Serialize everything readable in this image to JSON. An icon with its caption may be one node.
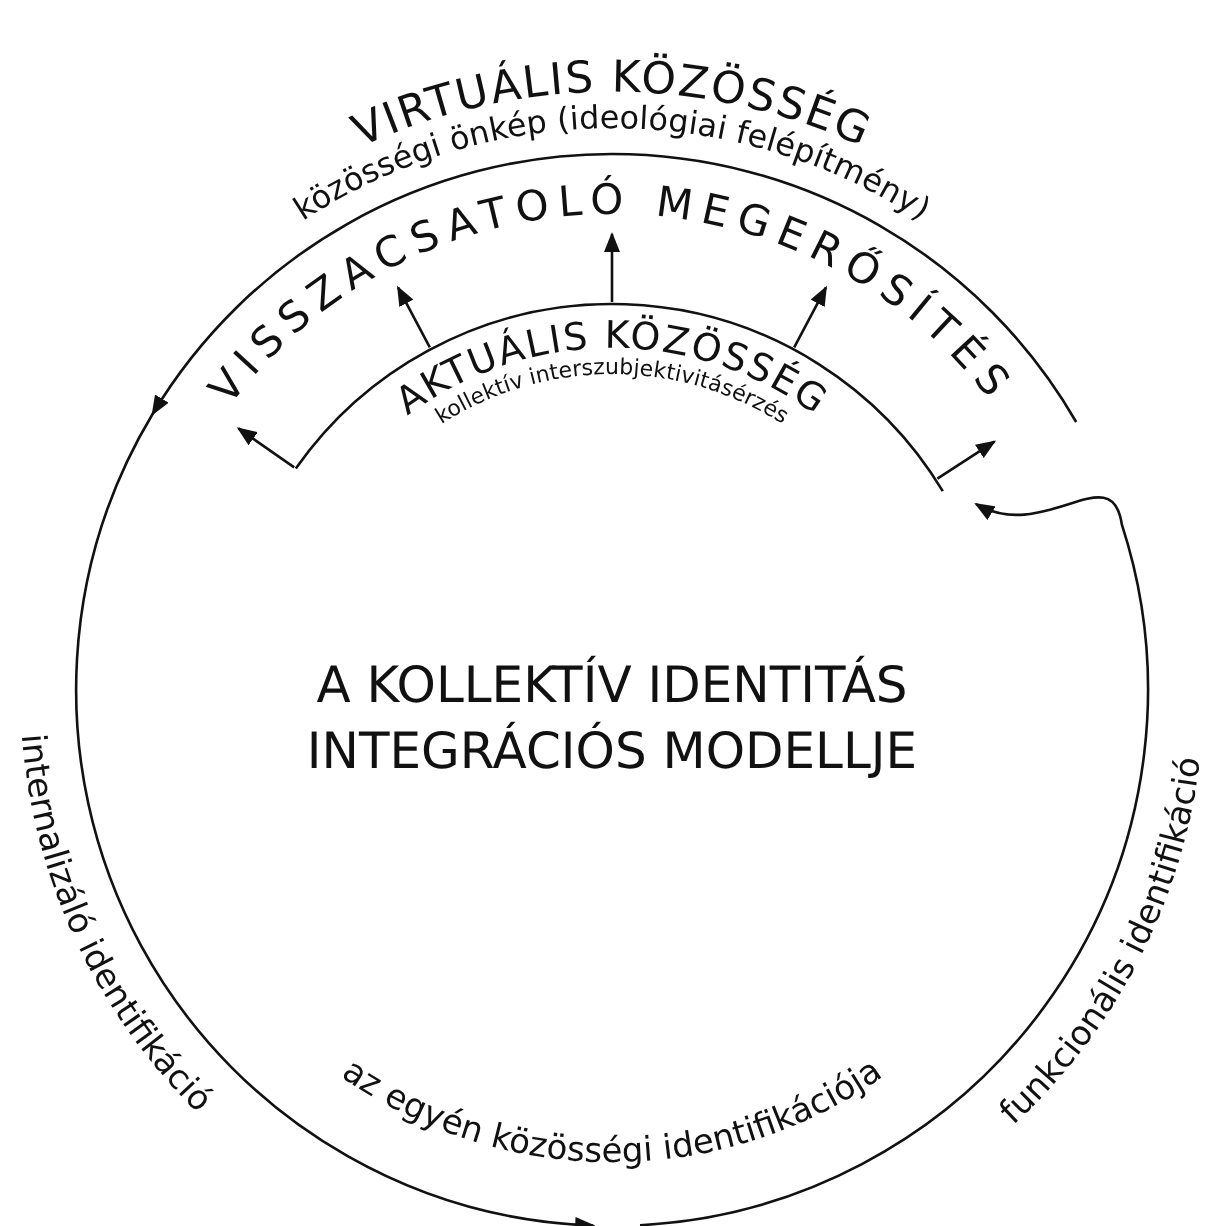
{
  "diagram": {
    "title": "A KOLLEKTÍV IDENTITÁS INTEGRÁCIÓS MODELLJE",
    "nodes": [
      {
        "text": [
          "VIRTUÁLIS KÖZÖSSÉG",
          "közösségi önkép (ideológiai felépítmény)"
        ]
      },
      {
        "text": [
          "VISSZACSATOLÓ MEGERŐSÍTÉS"
        ]
      },
      {
        "text": [
          "AKTUÁLIS KÖZÖSSÉG",
          "kollektív interszubjektivitásérzés"
        ]
      },
      {
        "text": [
          "az egyén közösségi identifikációja"
        ]
      }
    ],
    "edges": [
      {
        "from": 0,
        "to": 3,
        "arrow": "to",
        "label": "internalizáló identifikáció"
      },
      {
        "from": 3,
        "to": 2,
        "arrow": "to",
        "label": "funkcionális identifikáció"
      },
      {
        "from": 2,
        "to": 1,
        "arrow": "to"
      },
      {
        "from": 2,
        "to": 1,
        "arrow": "to"
      },
      {
        "from": 2,
        "to": 1,
        "arrow": "to"
      },
      {
        "from": 2,
        "to": 1,
        "arrow": "to"
      },
      {
        "from": 2,
        "to": 1,
        "arrow": "to"
      }
    ]
  }
}
